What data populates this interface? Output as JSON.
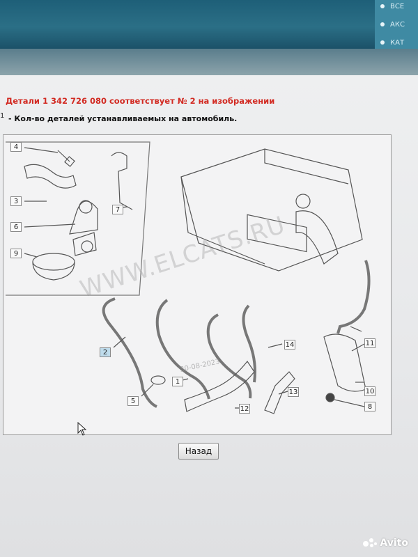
{
  "side_menu": {
    "items": [
      "ВСЕ",
      "АКС",
      "КАТ"
    ]
  },
  "page": {
    "title": "Детали 1 342 726 080 соответствует № 2 на изображении",
    "qty_marker": "1",
    "qty_text": "- Кол-во деталей устанавливаемых на автомобиль."
  },
  "diagram": {
    "watermark": "WWW.ELCATS.RU",
    "date_stamp": "30-08-2023",
    "callouts": [
      "4",
      "3",
      "6",
      "9",
      "7",
      "2",
      "5",
      "1",
      "12",
      "14",
      "13",
      "11",
      "10",
      "8"
    ],
    "selected_callout": "2"
  },
  "buttons": {
    "back_label": "Назад"
  },
  "overlay": {
    "brand": "Avito"
  },
  "colors": {
    "title_red": "#d22a22",
    "selected_callout_bg": "#bfdcec"
  }
}
